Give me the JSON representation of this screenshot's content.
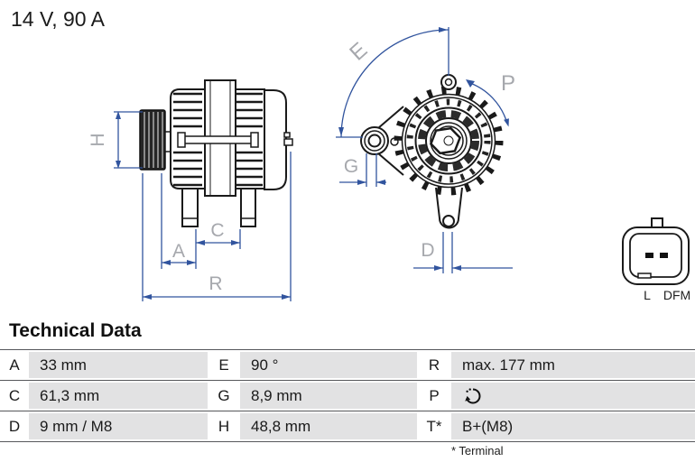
{
  "header": {
    "rating": "14 V, 90 A"
  },
  "diagram": {
    "dimension_labels": {
      "H": "H",
      "A": "A",
      "C": "C",
      "R": "R",
      "E": "E",
      "G": "G",
      "P": "P",
      "D": "D"
    },
    "connector": {
      "pin_left": "L",
      "pin_right": "DFM"
    },
    "colors": {
      "dimension_line_blue": "#31549E",
      "dimension_label_gray": "#A6A8AD",
      "drawing_black": "#1A1A1A"
    }
  },
  "technical_data": {
    "heading": "Technical Data",
    "colors": {
      "cell_gray": "#E2E2E3",
      "line_gray": "#56575B"
    },
    "rows": [
      [
        {
          "key": "A",
          "value": "33 mm"
        },
        {
          "key": "E",
          "value": "90 °"
        },
        {
          "key": "R",
          "value": "max. 177 mm"
        }
      ],
      [
        {
          "key": "C",
          "value": "61,3 mm"
        },
        {
          "key": "G",
          "value": "8,9 mm"
        },
        {
          "key": "P",
          "value": "",
          "value_icon": "rotation-ccw-arrow"
        }
      ],
      [
        {
          "key": "D",
          "value": "9 mm / M8"
        },
        {
          "key": "H",
          "value": "48,8 mm"
        },
        {
          "key": "T*",
          "value": "B+(M8)"
        }
      ]
    ],
    "footnote": "* Terminal"
  }
}
